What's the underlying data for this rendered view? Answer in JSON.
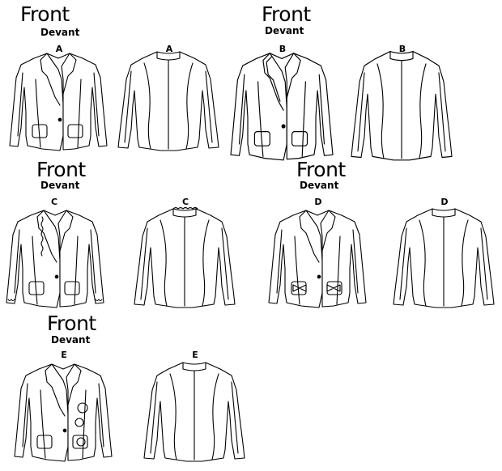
{
  "headings": [
    {
      "front": "Front",
      "devant": "Devant"
    },
    {
      "front": "Front",
      "devant": "Devant"
    },
    {
      "front": "Front",
      "devant": "Devant"
    },
    {
      "front": "Front",
      "devant": "Devant"
    },
    {
      "front": "Front",
      "devant": "Devant"
    }
  ],
  "views": [
    {
      "label": "A",
      "side": "front"
    },
    {
      "label": "A",
      "side": "back"
    },
    {
      "label": "B",
      "side": "front"
    },
    {
      "label": "B",
      "side": "back"
    },
    {
      "label": "C",
      "side": "front"
    },
    {
      "label": "C",
      "side": "back"
    },
    {
      "label": "D",
      "side": "front"
    },
    {
      "label": "D",
      "side": "back"
    },
    {
      "label": "E",
      "side": "front"
    },
    {
      "label": "E",
      "side": "back"
    }
  ]
}
